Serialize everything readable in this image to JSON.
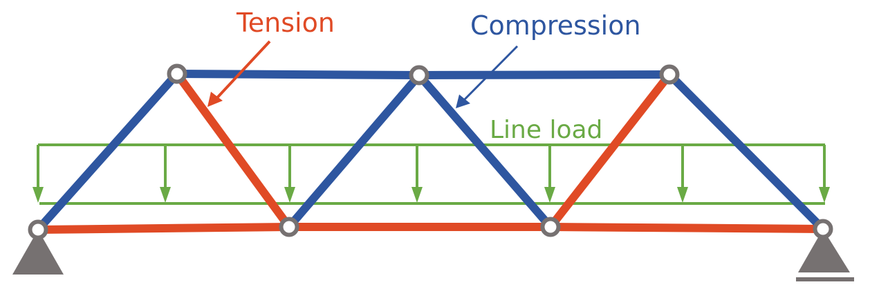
{
  "labels": {
    "tension": "Tension",
    "compression": "Compression",
    "line_load": "Line load"
  },
  "colors": {
    "tension": "#E04A25",
    "compression": "#2E56A0",
    "load": "#6AAA45",
    "node": "#767171",
    "support": "#767171"
  },
  "truss": {
    "members": [
      {
        "id": "bottom-chord-1",
        "type": "tension"
      },
      {
        "id": "bottom-chord-2",
        "type": "tension"
      },
      {
        "id": "bottom-chord-3",
        "type": "tension"
      },
      {
        "id": "top-chord-1",
        "type": "compression"
      },
      {
        "id": "top-chord-2",
        "type": "compression"
      },
      {
        "id": "end-post-left",
        "type": "compression"
      },
      {
        "id": "diagonal-1",
        "type": "tension"
      },
      {
        "id": "diagonal-2",
        "type": "compression"
      },
      {
        "id": "diagonal-3",
        "type": "compression"
      },
      {
        "id": "diagonal-4",
        "type": "tension"
      },
      {
        "id": "end-post-right",
        "type": "compression"
      }
    ],
    "load_arrow_count": 7,
    "supports": [
      {
        "id": "left",
        "kind": "pinned"
      },
      {
        "id": "right",
        "kind": "roller"
      }
    ]
  }
}
